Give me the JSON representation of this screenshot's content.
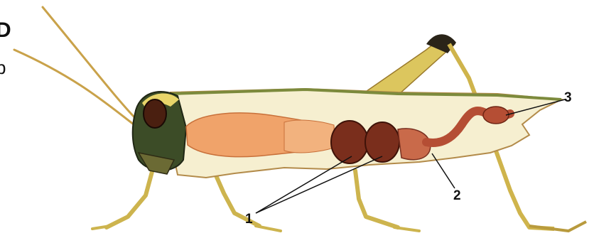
{
  "cropped_text": {
    "first": "D",
    "second": "b"
  },
  "callouts": {
    "one": "1",
    "two": "2",
    "three": "3"
  },
  "colors": {
    "body_fill": "#f6efd0",
    "body_edge": "#b38b4a",
    "leg": "#d8c45e",
    "antenna": "#c9a24a",
    "head": "#3c4c27",
    "eye": "#4a1f10",
    "crop": "#f0a36a",
    "gastric_caeca": "#7a2e1c",
    "hindgut": "#b54e34",
    "leader_line": "#111111"
  }
}
